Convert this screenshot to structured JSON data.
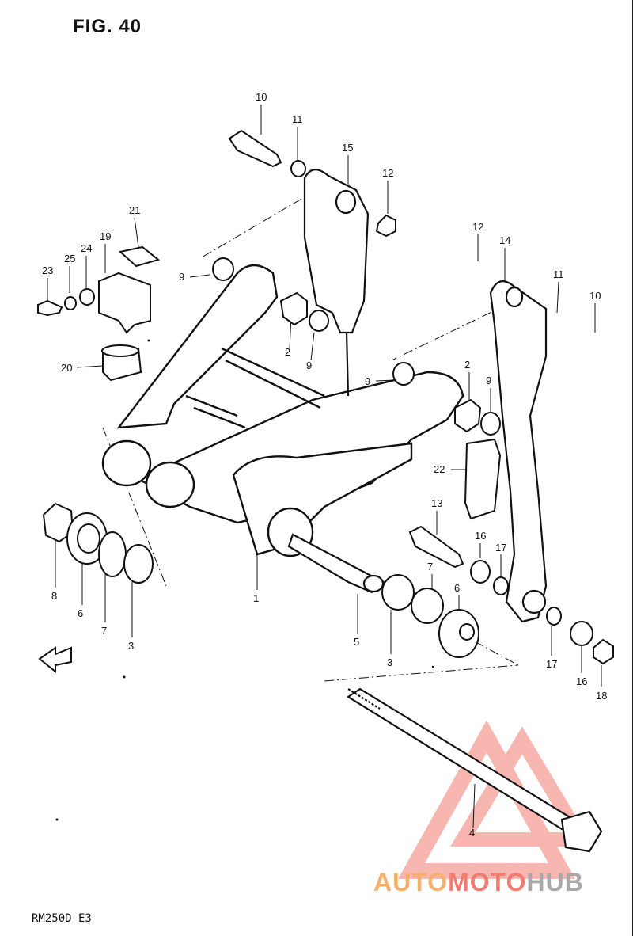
{
  "figure": {
    "title": "FIG. 40",
    "model_code": "RM250D  E3"
  },
  "watermark": {
    "part_a": "AUTO",
    "part_b": "MOTO",
    "part_c": "HUB",
    "colors": {
      "a": "#f5b06e",
      "b": "#f37c72",
      "c": "#a9a9a9"
    }
  },
  "callouts": {
    "c10a": "10",
    "c11a": "11",
    "c15": "15",
    "c12a": "12",
    "c21": "21",
    "c19": "19",
    "c24": "24",
    "c25": "25",
    "c23": "23",
    "c9a": "9",
    "c2a": "2",
    "c9b": "9",
    "c20": "20",
    "c12b": "12",
    "c14": "14",
    "c11b": "11",
    "c10b": "10",
    "c9c": "9",
    "c2b": "2",
    "c9d": "9",
    "c22": "22",
    "c13": "13",
    "c16a": "16",
    "c17a": "17",
    "c7a": "7",
    "c6a": "6",
    "c1": "1",
    "c8": "8",
    "c6b": "6",
    "c7b": "7",
    "c3a": "3",
    "c5": "5",
    "c3b": "3",
    "c17b": "17",
    "c16b": "16",
    "c18": "18",
    "c4": "4"
  },
  "icons": {
    "front_arrow": "front-direction-arrow-icon"
  }
}
